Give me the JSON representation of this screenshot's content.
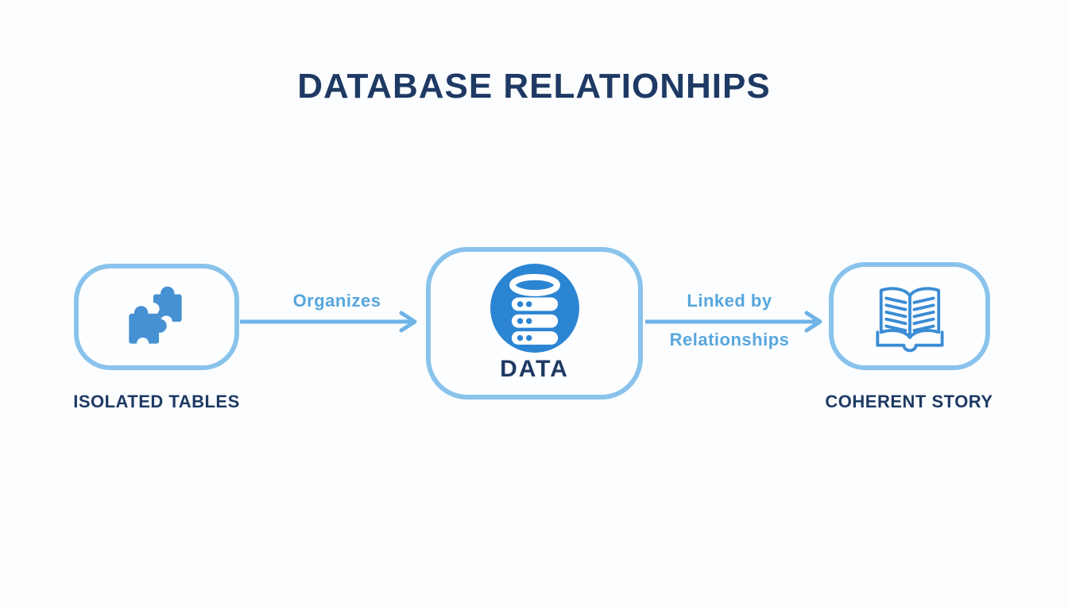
{
  "title": "DATABASE RELATIONHIPS",
  "colors": {
    "background": "#fcfdfe",
    "title_text": "#1e3a64",
    "caption_text": "#1e3a64",
    "box_border": "#89c3ec",
    "arrow": "#70b4e7",
    "arrow_label_text": "#57a6de",
    "puzzle_icon_blue": "#4691d2",
    "database_circle_blue": "#2c85d3",
    "book_icon_blue": "#3b8cd4"
  },
  "nodes": [
    {
      "id": "isolated-tables",
      "icon": "puzzle-pieces-icon",
      "inner_label": "",
      "caption": "ISOLATED TABLES"
    },
    {
      "id": "data",
      "icon": "database-icon",
      "inner_label": "DATA",
      "caption": ""
    },
    {
      "id": "coherent-story",
      "icon": "open-book-icon",
      "inner_label": "",
      "caption": "COHERENT STORY"
    }
  ],
  "arrows": [
    {
      "id": "organizes",
      "label_lines": [
        "Organizes"
      ]
    },
    {
      "id": "linked-by-relationships",
      "label_lines": [
        "Linked by",
        "Relationships"
      ]
    }
  ]
}
